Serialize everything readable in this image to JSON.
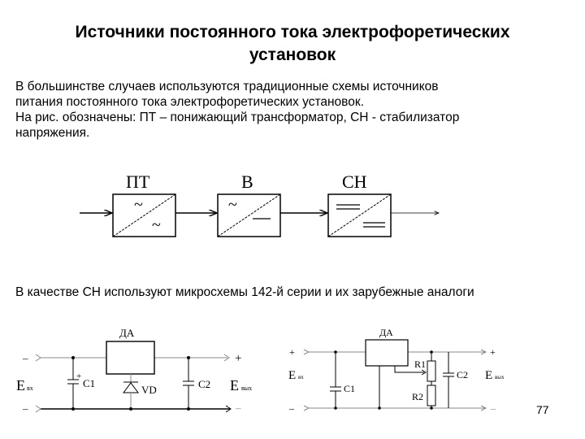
{
  "title": {
    "line1": "Источники постоянного тока электрофоретических",
    "line2": "установок"
  },
  "paragraph": [
    "В большинстве случаев используются традиционные схемы источников",
    "питания постоянного тока электрофоретических установок.",
    "На рис. обозначены: ПТ – понижающий трансформатор, СН - стабилизатор",
    "напряжения."
  ],
  "block_diagram": {
    "blocks": [
      {
        "label": "ПТ",
        "symbols": "~ / ~"
      },
      {
        "label": "В",
        "symbols": "~ / ="
      },
      {
        "label": "СН",
        "symbols": "= / ="
      }
    ]
  },
  "caption": "В качестве СН используют микросхемы 142-й серии и их зарубежные аналоги",
  "circuit1": {
    "chip": "ДА",
    "in_label": "E",
    "in_sub": "вх",
    "out_label": "E",
    "out_sub": "вых",
    "c1": "C1",
    "c2": "C2",
    "vd": "VD",
    "plus": "+",
    "minus": "–"
  },
  "circuit2": {
    "chip": "ДА",
    "in_label": "E",
    "in_sub": "вх",
    "out_label": "E",
    "out_sub": "вых",
    "c1": "C1",
    "c2": "C2",
    "r1": "R1",
    "r2": "R2",
    "plus": "+",
    "minus": "–"
  },
  "page_number": "77"
}
